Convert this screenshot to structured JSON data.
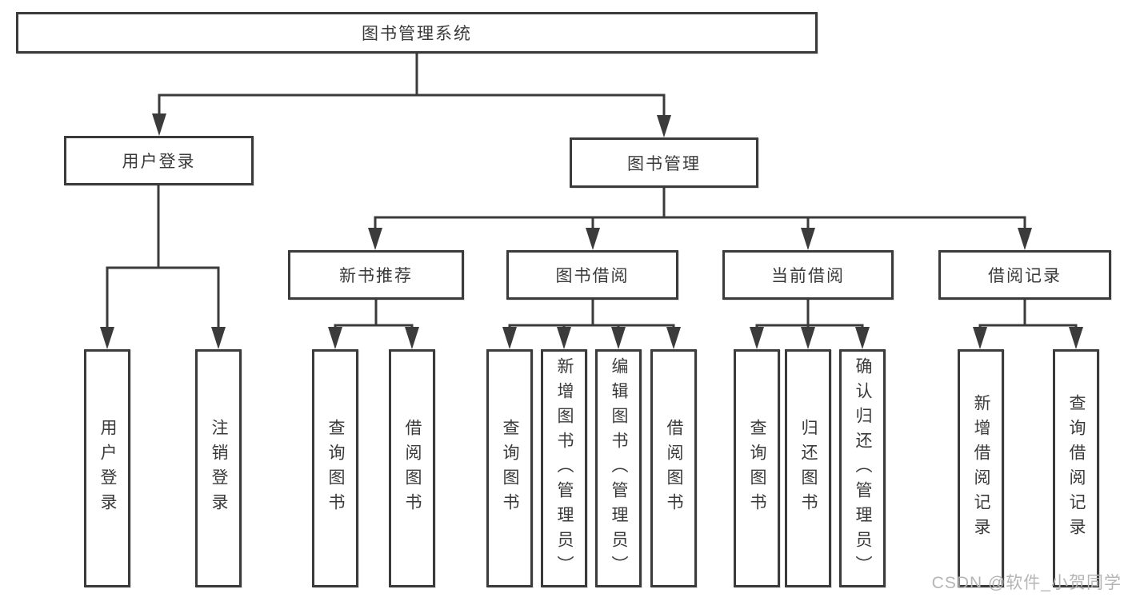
{
  "colors": {
    "line": "#3b3b3b",
    "text": "#3a3a3a",
    "background": "#ffffff",
    "watermark_text": "#b5b5b5"
  },
  "watermark": "CSDN @软件_小贺同学",
  "tree": {
    "root": {
      "label": "图书管理系统",
      "children": [
        {
          "label": "用户登录",
          "children": [
            {
              "label": "用户登录"
            },
            {
              "label": "注销登录"
            }
          ]
        },
        {
          "label": "图书管理",
          "children": [
            {
              "label": "新书推荐",
              "children": [
                {
                  "label": "查询图书"
                },
                {
                  "label": "借阅图书"
                }
              ]
            },
            {
              "label": "图书借阅",
              "children": [
                {
                  "label": "查询图书"
                },
                {
                  "label": "新增图书（管理员）"
                },
                {
                  "label": "编辑图书（管理员）"
                },
                {
                  "label": "借阅图书"
                }
              ]
            },
            {
              "label": "当前借阅",
              "children": [
                {
                  "label": "查询图书"
                },
                {
                  "label": "归还图书"
                },
                {
                  "label": "确认归还（管理员）"
                }
              ]
            },
            {
              "label": "借阅记录",
              "children": [
                {
                  "label": "新增借阅记录"
                },
                {
                  "label": "查询借阅记录"
                }
              ]
            }
          ]
        }
      ]
    }
  }
}
